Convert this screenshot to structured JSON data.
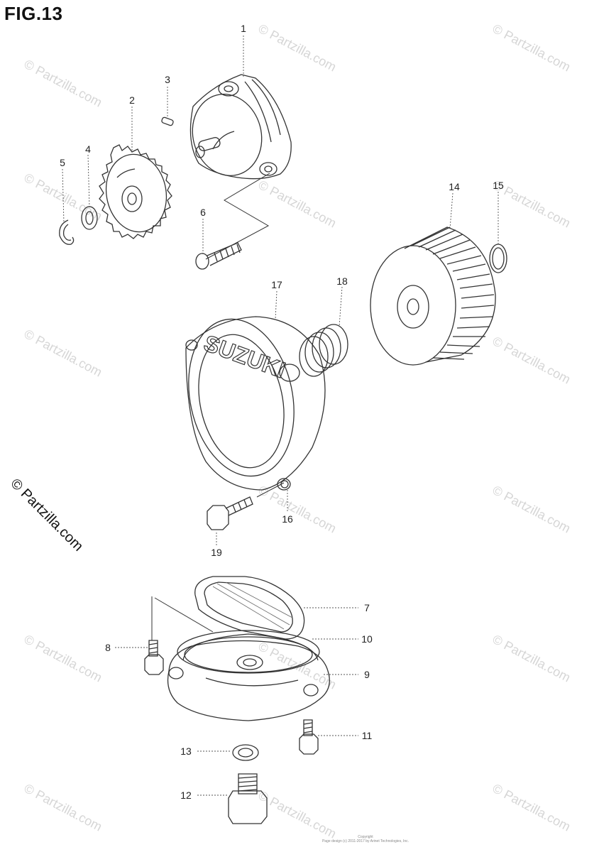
{
  "figure": {
    "title": "FIG.13",
    "copyright": "© Partzilla.com",
    "watermark_text": "© Partzilla.com",
    "footer_lines": [
      "Copyright",
      "Page design (c) 2011-2017 by Arinet Technologies, Inc."
    ]
  },
  "brand_text": "SUZUKI",
  "callouts": [
    {
      "id": "1",
      "label": "1"
    },
    {
      "id": "2",
      "label": "2"
    },
    {
      "id": "3",
      "label": "3"
    },
    {
      "id": "4",
      "label": "4"
    },
    {
      "id": "5",
      "label": "5"
    },
    {
      "id": "6",
      "label": "6"
    },
    {
      "id": "7",
      "label": "7"
    },
    {
      "id": "8",
      "label": "8"
    },
    {
      "id": "9",
      "label": "9"
    },
    {
      "id": "10",
      "label": "10"
    },
    {
      "id": "11",
      "label": "11"
    },
    {
      "id": "12",
      "label": "12"
    },
    {
      "id": "13",
      "label": "13"
    },
    {
      "id": "14",
      "label": "14"
    },
    {
      "id": "15",
      "label": "15"
    },
    {
      "id": "16",
      "label": "16"
    },
    {
      "id": "17",
      "label": "17"
    },
    {
      "id": "18",
      "label": "18"
    },
    {
      "id": "19",
      "label": "19"
    }
  ]
}
